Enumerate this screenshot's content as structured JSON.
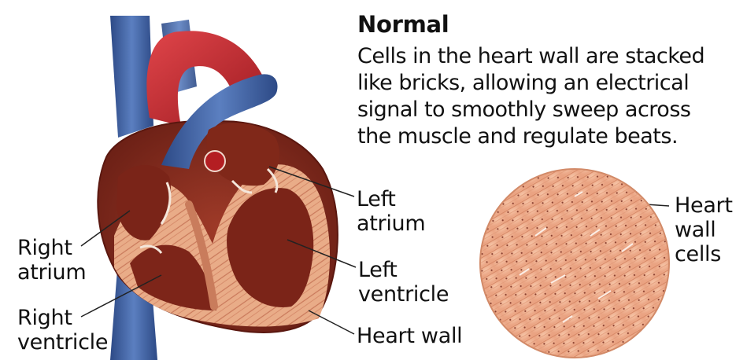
{
  "heading": "Normal",
  "description_lines": [
    "Cells in the heart wall are stacked",
    "like bricks, allowing an electrical",
    "signal to smoothly sweep across",
    "the muscle and regulate beats."
  ],
  "labels": {
    "right_atrium": [
      "Right",
      "atrium"
    ],
    "right_ventricle": [
      "Right",
      "ventricle"
    ],
    "left_atrium": [
      "Left",
      "atrium"
    ],
    "left_ventricle": [
      "Left",
      "ventricle"
    ],
    "heart_wall": "Heart wall",
    "heart_wall_cells": [
      "Heart",
      "wall",
      "cells"
    ]
  },
  "colors": {
    "vein_blue": "#3e5fa0",
    "artery_red": "#c4242a",
    "muscle_red": "#8e2a1e",
    "wall_tan": "#e8a985",
    "cells_bg": "#f2b898"
  }
}
